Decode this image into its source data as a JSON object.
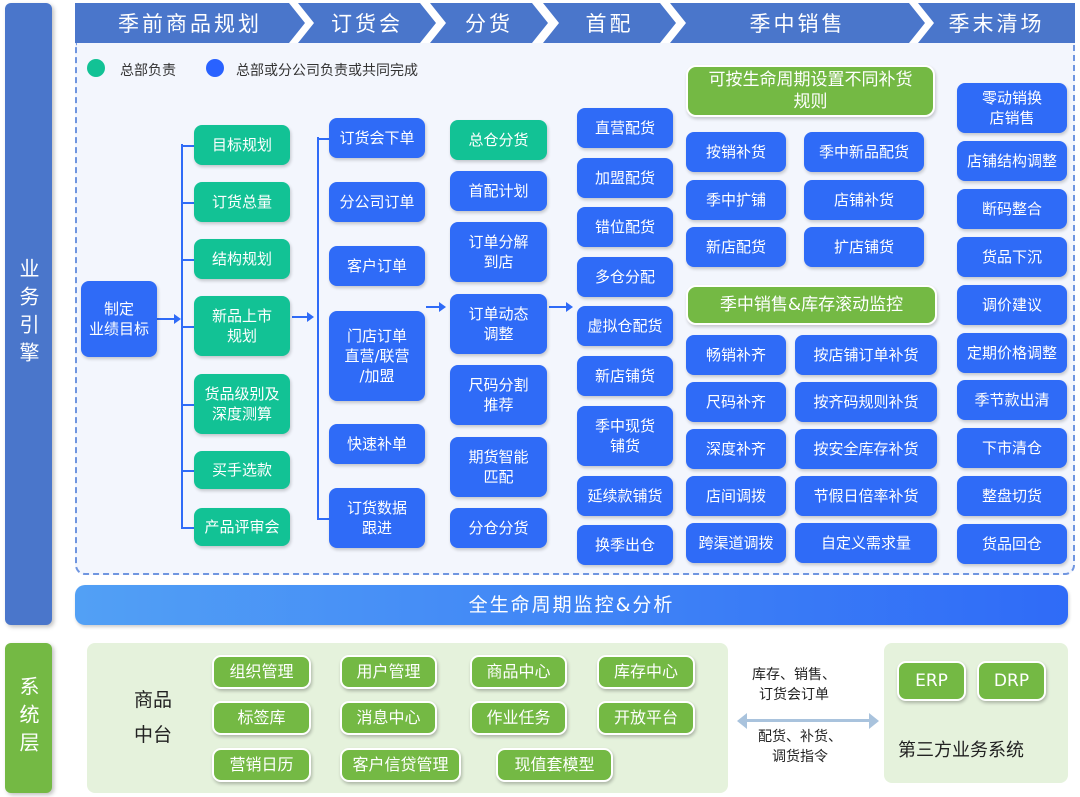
{
  "side": {
    "business": "业务引擎",
    "system": "系统层"
  },
  "phases": [
    "季前商品规划",
    "订货会",
    "分货",
    "首配",
    "季中销售",
    "季末清场"
  ],
  "legend": {
    "hq": "总部负责",
    "shared": "总部或分公司负责或共同完成"
  },
  "colors": {
    "hq": "#12c295",
    "shared": "#2f6bf7",
    "header": "#4a76cb",
    "system": "#74b944"
  },
  "start": "制定\n业绩目标",
  "planning": [
    "目标规划",
    "订货总量",
    "结构规划",
    "新品上市\n规划",
    "货品级别及\n深度测算",
    "买手选款",
    "产品评审会"
  ],
  "ordering": [
    "订货会下单",
    "分公司订单",
    "客户订单",
    "门店订单\n直营/联营\n/加盟",
    "快速补单",
    "订货数据\n跟进"
  ],
  "distribution": [
    "总仓分货",
    "首配计划",
    "订单分解\n到店",
    "订单动态\n调整",
    "尺码分割\n推荐",
    "期货智能\n匹配",
    "分仓分货"
  ],
  "first_allocation": [
    "直营配货",
    "加盟配货",
    "错位配货",
    "多仓分配",
    "虚拟仓配货",
    "新店铺货",
    "季中现货\n铺货",
    "延续款铺货",
    "换季出仓"
  ],
  "midseason": {
    "rule_header": "可按生命周期设置不同补货\n规则",
    "rule_items": [
      "按销补货",
      "季中新品配货",
      "季中扩铺",
      "店铺补货",
      "新店配货",
      "扩店铺货"
    ],
    "monitor_header": "季中销售&库存滚动监控",
    "monitor_items": [
      "畅销补齐",
      "按店铺订单补货",
      "尺码补齐",
      "按齐码规则补货",
      "深度补齐",
      "按安全库存补货",
      "店间调拨",
      "节假日倍率补货",
      "跨渠道调拨",
      "自定义需求量"
    ]
  },
  "clearance": [
    "零动销换\n店销售",
    "店铺结构调整",
    "断码整合",
    "货品下沉",
    "调价建议",
    "定期价格调整",
    "季节款出清",
    "下市清仓",
    "整盘切货",
    "货品回仓"
  ],
  "lifecycle_bar": "全生命周期监控&分析",
  "system": {
    "platform_label": "商品\n中台",
    "modules": [
      "组织管理",
      "用户管理",
      "商品中心",
      "库存中心",
      "标签库",
      "消息中心",
      "作业任务",
      "开放平台",
      "营销日历",
      "客户信贷管理",
      "现值套模型"
    ],
    "flow_up": "库存、销售、\n订货会订单",
    "flow_down": "配货、补货、\n调货指令",
    "third_party": [
      "ERP",
      "DRP"
    ],
    "third_party_label": "第三方业务系统"
  }
}
